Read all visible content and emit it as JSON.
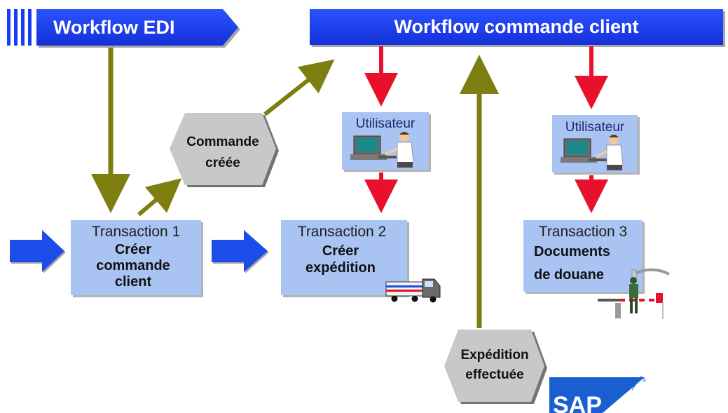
{
  "diagram": {
    "banners": {
      "edi": {
        "label": "Workflow EDI"
      },
      "order": {
        "label": "Workflow commande client"
      }
    },
    "transactions": [
      {
        "title": "Transaction 1",
        "lines": [
          "Créer",
          "commande",
          "client"
        ]
      },
      {
        "title": "Transaction 2",
        "lines": [
          "Créer",
          "expédition"
        ]
      },
      {
        "title": "Transaction 3",
        "lines": [
          "Documents",
          "de douane"
        ]
      }
    ],
    "events": [
      {
        "lines": [
          "Commande",
          "créée"
        ]
      },
      {
        "lines": [
          "Expédition",
          "effectuée"
        ]
      }
    ],
    "users": [
      {
        "label": "Utilisateur"
      },
      {
        "label": "Utilisateur"
      }
    ],
    "logo": {
      "text": "SAP"
    },
    "colors": {
      "banner_blue": "#1a3cf0",
      "box_blue": "#a9c4f2",
      "red_arrow": "#e8102a",
      "olive_arrow": "#7d7d10",
      "input_arrow": "#1c4de8",
      "event_gray": "#c8c8c8"
    },
    "icons": [
      "user-at-computer-icon",
      "truck-icon",
      "customs-barrier-icon",
      "sap-logo"
    ]
  }
}
